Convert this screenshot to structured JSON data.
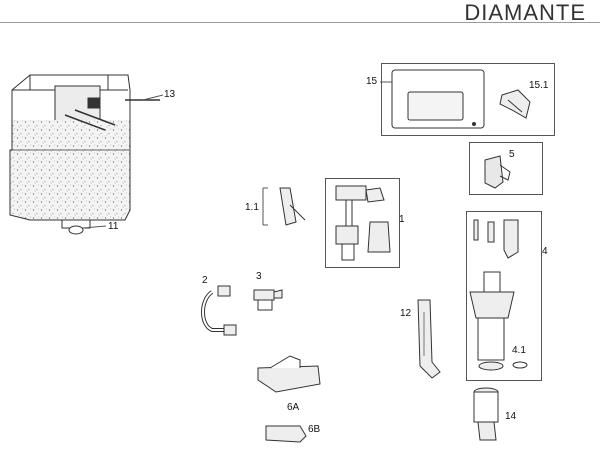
{
  "header": {
    "brand": "DIAMANTE"
  },
  "parts": [
    {
      "id": "p13",
      "label": "13",
      "name": "dual-rods"
    },
    {
      "id": "p11",
      "label": "11",
      "name": "outlet-seal"
    },
    {
      "id": "p15",
      "label": "15",
      "name": "flush-plate"
    },
    {
      "id": "p151",
      "label": "15.1",
      "name": "plate-bracket"
    },
    {
      "id": "p5",
      "label": "5",
      "name": "actuator-clip"
    },
    {
      "id": "p11b",
      "label": "1.1",
      "name": "valve-support"
    },
    {
      "id": "p1",
      "label": "1",
      "name": "fill-valve"
    },
    {
      "id": "p4",
      "label": "4",
      "name": "flush-valve-assembly"
    },
    {
      "id": "p41",
      "label": "4.1",
      "name": "valve-seal-ring"
    },
    {
      "id": "p2",
      "label": "2",
      "name": "supply-hose"
    },
    {
      "id": "p3",
      "label": "3",
      "name": "stop-valve"
    },
    {
      "id": "p12",
      "label": "12",
      "name": "fixing-bracket"
    },
    {
      "id": "p6a",
      "label": "6A",
      "name": "lever-mechanism"
    },
    {
      "id": "p6b",
      "label": "6B",
      "name": "lever-arm"
    },
    {
      "id": "p14",
      "label": "14",
      "name": "outlet-pipe"
    }
  ]
}
